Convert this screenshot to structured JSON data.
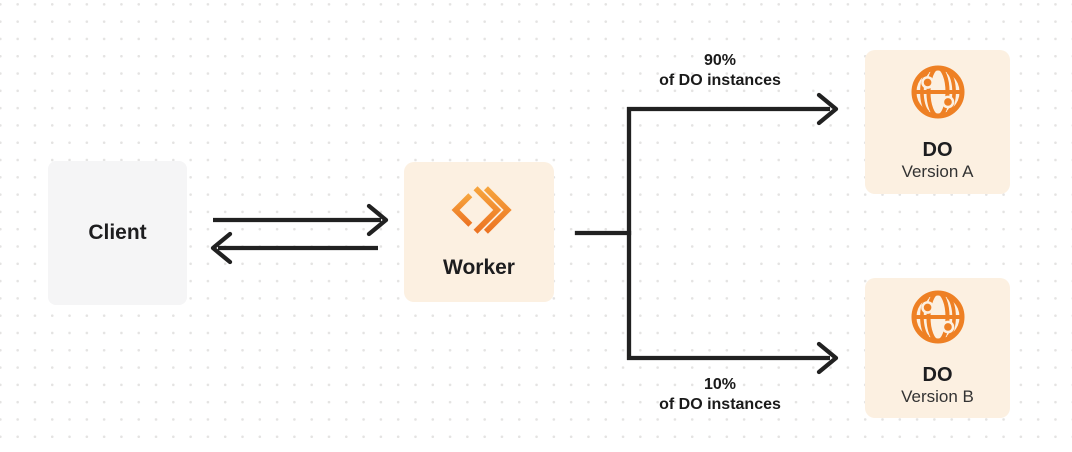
{
  "nodes": {
    "client": {
      "label": "Client"
    },
    "worker": {
      "label": "Worker"
    },
    "do_version_a": {
      "title": "DO",
      "subtitle": "Version A"
    },
    "do_version_b": {
      "title": "DO",
      "subtitle": "Version B"
    }
  },
  "edge_labels": {
    "top": {
      "percent": "90%",
      "caption": "of DO instances"
    },
    "bottom": {
      "percent": "10%",
      "caption": "of DO instances"
    }
  },
  "icons": {
    "worker_logo": "workers-icon",
    "durable_object": "globe-icon"
  },
  "colors": {
    "orange": "#EE8024",
    "cream": "#FCF0E1",
    "light_gray": "#F5F5F6",
    "arrow": "#212121",
    "text_dark": "#1D1D1F",
    "text_secondary": "#333333",
    "dot_grid": "#E4E3E2"
  }
}
